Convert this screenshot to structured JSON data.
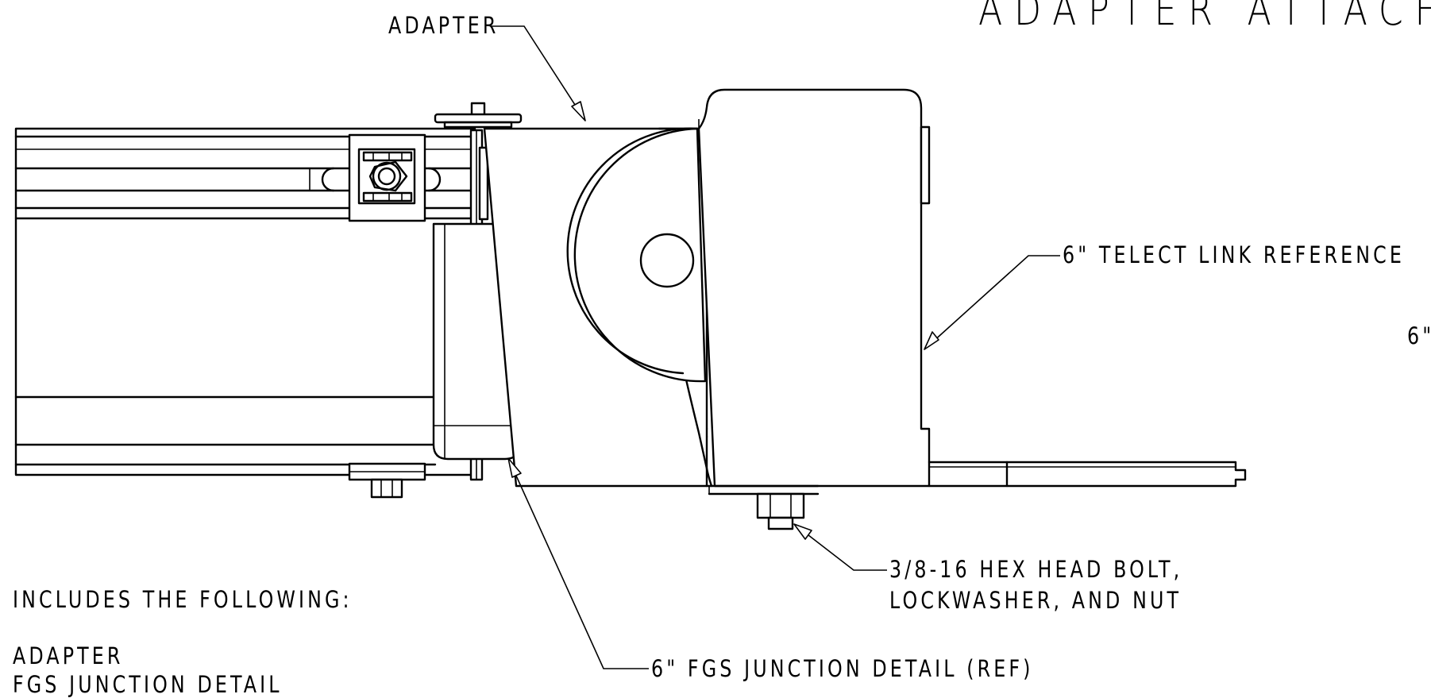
{
  "title": "ADAPTER ATTACHE",
  "callouts": {
    "adapter": "ADAPTER",
    "telect_link": "6\" TELECT LINK REFERENCE",
    "partial_six": "6\"",
    "hex_bolt_line1": "3/8-16 HEX HEAD BOLT,",
    "hex_bolt_line2": "LOCKWASHER, AND NUT",
    "fgs_junction": "6\" FGS JUNCTION DETAIL (REF)"
  },
  "includes": {
    "heading": "INCLUDES THE FOLLOWING:",
    "items": [
      "ADAPTER",
      "FGS JUNCTION DETAIL"
    ]
  }
}
